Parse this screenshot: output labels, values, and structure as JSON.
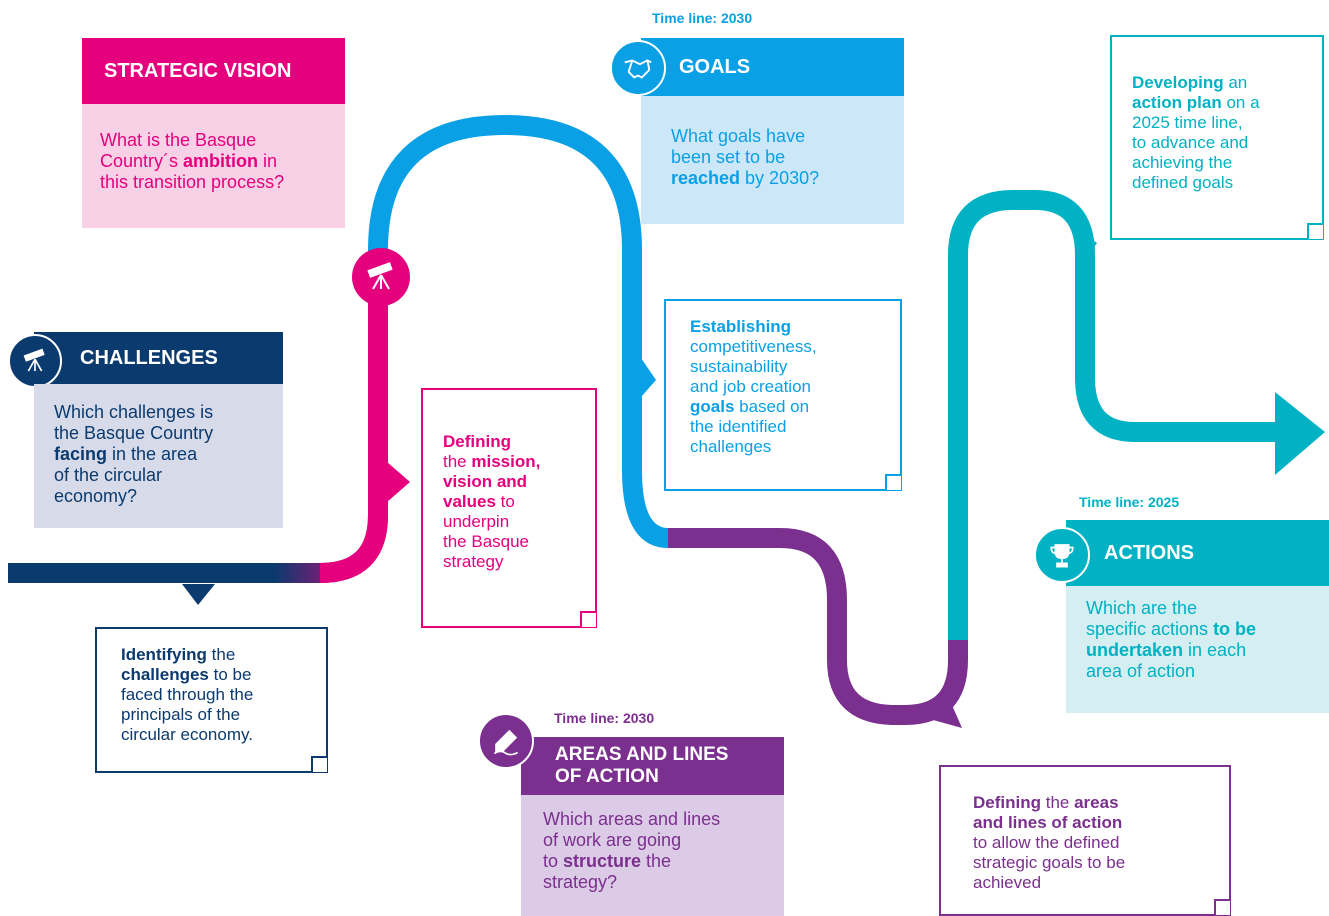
{
  "colors": {
    "navy": "#0b3a6e",
    "magenta": "#e5007e",
    "blue": "#0aa0e6",
    "purple": "#7b2f8e",
    "teal": "#00b2c3"
  },
  "challenges": {
    "header": "CHALLENGES",
    "icon": "telescope-icon",
    "question": [
      "Which challenges is",
      "the Basque Country",
      "facing",
      " in the area",
      "of the circular",
      "economy?"
    ],
    "note": [
      "Identifying",
      " the",
      "challenges",
      " to be",
      "faced through the",
      "principals of the",
      "circular economy."
    ]
  },
  "vision": {
    "header": "STRATEGIC VISION",
    "icon": "telescope-icon",
    "question": [
      "What is the Basque",
      "Country´s ",
      "ambition",
      " in",
      "this transition process?"
    ],
    "note": [
      "Defining",
      "the ",
      "mission,",
      "vision and",
      "values",
      " to",
      "underpin",
      "the Basque",
      "strategy"
    ]
  },
  "goals": {
    "timeline": "Time line: 2030",
    "header": "GOALS",
    "icon": "handshake-icon",
    "question": [
      "What goals have",
      "been set to be",
      "reached",
      " by 2030?"
    ],
    "note": [
      "Establishing",
      "competitiveness,",
      "sustainability",
      "and job creation",
      "goals",
      " based on",
      "the identified",
      "challenges"
    ]
  },
  "areas": {
    "timeline": "Time line: 2030",
    "header": [
      "AREAS AND LINES",
      "OF ACTION"
    ],
    "icon": "pen-icon",
    "question": [
      "Which areas and lines",
      "of work are going",
      "to ",
      "structure",
      " the",
      "strategy?"
    ],
    "note": [
      "Defining",
      " the ",
      "areas",
      "and lines of action",
      "to allow the defined",
      "strategic goals to be",
      "achieved"
    ]
  },
  "actions": {
    "timeline": "Time line: 2025",
    "header": "ACTIONS",
    "icon": "trophy-icon",
    "question": [
      "Which are the",
      "specific actions ",
      "to be",
      "undertaken",
      " in each",
      "area of action"
    ],
    "note": [
      "Developing",
      " an",
      "action plan",
      " on a",
      "2025 time line,",
      "to advance and",
      "achieving the",
      "defined goals"
    ]
  }
}
